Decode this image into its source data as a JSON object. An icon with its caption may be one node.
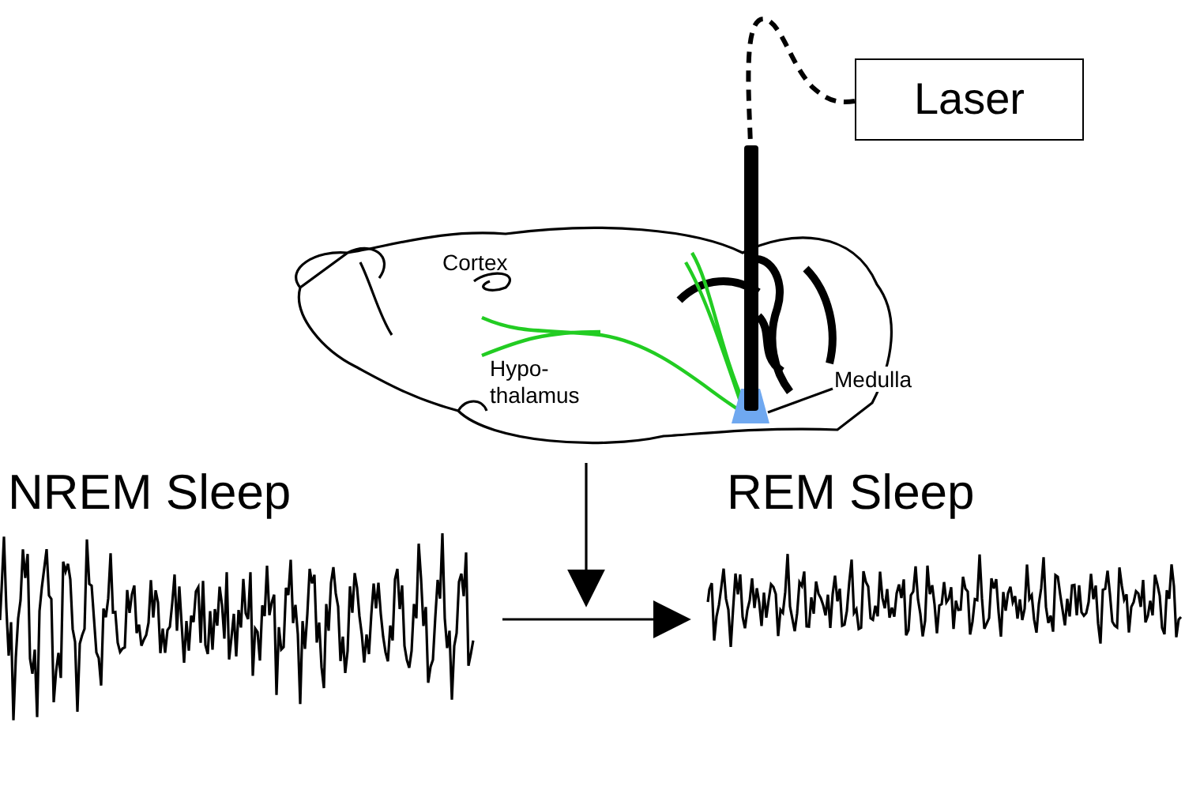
{
  "diagram": {
    "nodes": [
      {
        "text": [
          "Laser"
        ]
      },
      {
        "text": [],
        "shape": "bar"
      },
      {
        "text": [],
        "shape": "picture"
      },
      {
        "text": [
          "Medulla"
        ]
      },
      {
        "text": [],
        "shape": "picture",
        "in": 2
      },
      {
        "text": [],
        "shape": "picture",
        "beside": [
          "NREM Sleep"
        ]
      },
      {
        "text": [],
        "shape": "picture",
        "beside": [
          "REM Sleep"
        ]
      }
    ],
    "edges": [
      {
        "from": 0,
        "to": 1,
        "arrow": "none",
        "style": "dashed"
      },
      {
        "from": 3,
        "to": 4,
        "arrow": "none"
      },
      {
        "from": 2,
        "to": null,
        "arrow": "to"
      },
      {
        "from": 5,
        "to": 6,
        "arrow": "to"
      }
    ],
    "labels": [
      "Cortex",
      "Hypo- thalamus"
    ]
  }
}
